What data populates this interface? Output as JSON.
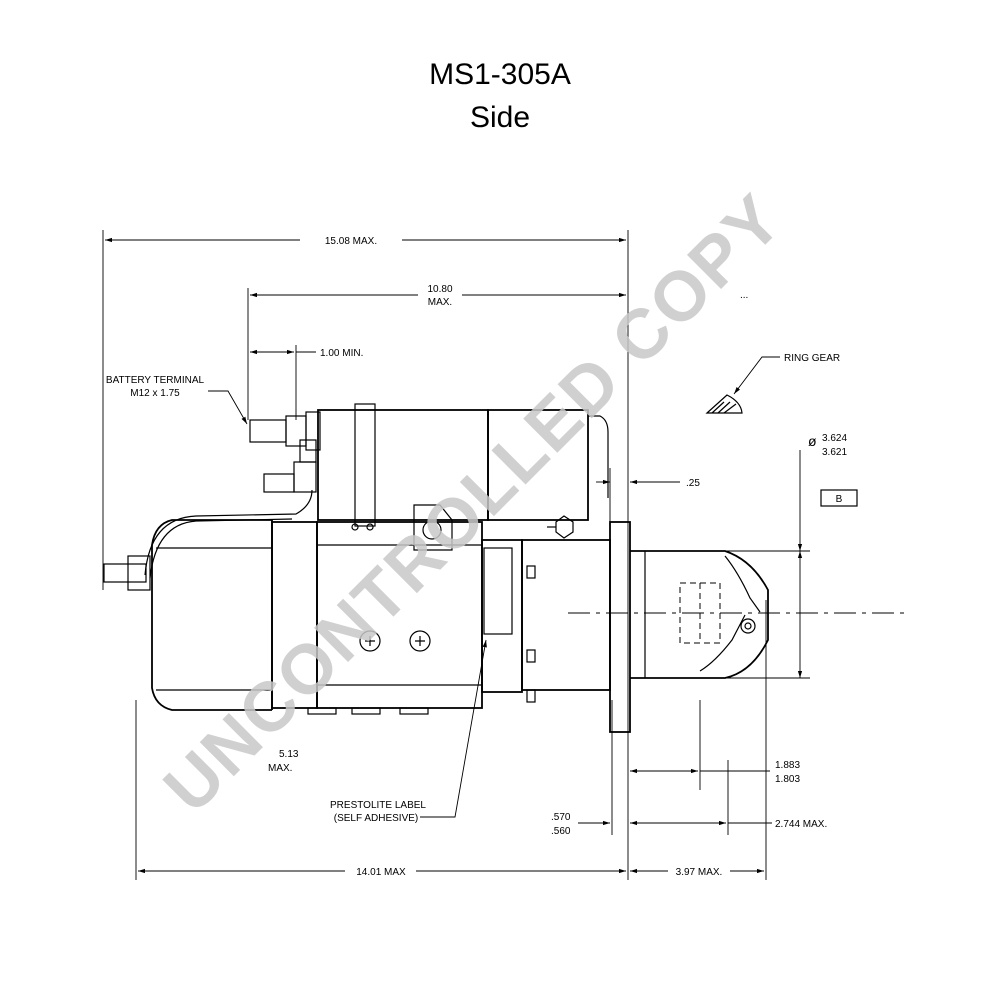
{
  "title": "MS1-305A",
  "subtitle": "Side",
  "dimensions": {
    "overall_length": "15.08 MAX.",
    "length_10_80_top": "10.80",
    "length_10_80_bottom": "MAX.",
    "terminal_min": "1.00 MIN.",
    "flange_25": ".25",
    "pilot_dia_top": "3.624",
    "pilot_dia_bottom": "3.621",
    "datum": "B",
    "body_length": "14.01 MAX",
    "nose_length": "3.97 MAX.",
    "dim_1883": "1.883",
    "dim_1803": "1.803",
    "dim_2744": "2.744 MAX.",
    "dim_570": ".570",
    "dim_560": ".560",
    "partial_top": "...",
    "partial_mid": "5.13",
    "partial_max": "MAX."
  },
  "labels": {
    "battery_terminal_line1": "BATTERY TERMINAL",
    "battery_terminal_line2": "M12 x 1.75",
    "ring_gear": "RING GEAR",
    "prestolite_line1": "PRESTOLITE LABEL",
    "prestolite_line2": "(SELF ADHESIVE)",
    "diameter_symbol": "ø"
  },
  "watermark": "UNCONTROLLED COPY"
}
